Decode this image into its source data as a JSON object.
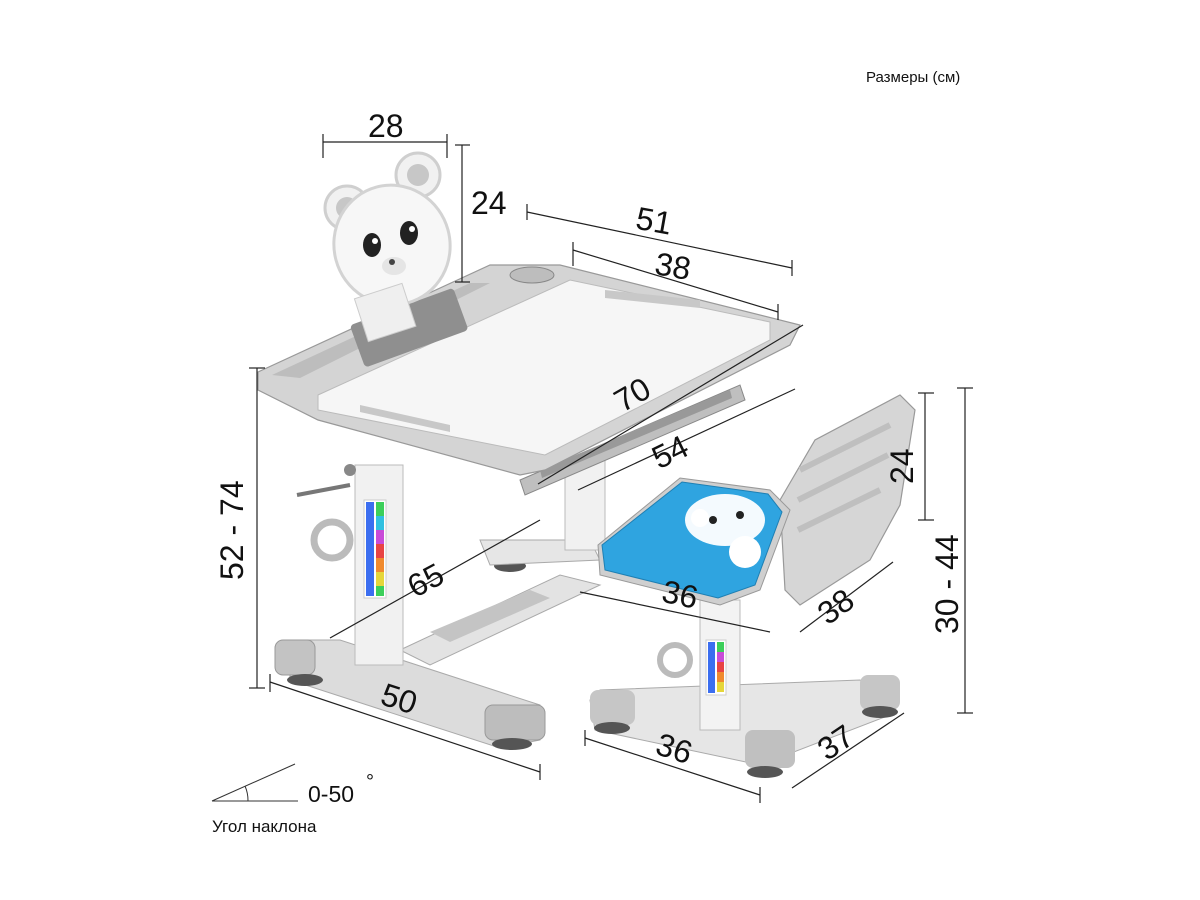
{
  "header": {
    "units_label": "Размеры (см)"
  },
  "dimensions": {
    "book_stand_width": "28",
    "book_stand_height": "24",
    "desk_top_width": "51",
    "desk_tilt_width": "38",
    "desk_depth_long": "70",
    "desk_drawer_width": "54",
    "desk_height": "52 - 74",
    "desk_side_depth": "65",
    "desk_base_width": "50",
    "chair_back_height": "24",
    "chair_seat_width": "36",
    "chair_seat_depth": "38",
    "chair_height": "30 - 44",
    "chair_base_width": "36",
    "chair_base_depth": "37"
  },
  "tilt": {
    "angle_label": "0-50",
    "degree_symbol": "°",
    "caption": "Угол наклона"
  },
  "colors": {
    "frame_gray": "#c9c9c9",
    "panel_white": "#f4f4f4",
    "seat_blue": "#2fa4e0",
    "level_rainbow": [
      "#3b6ef0",
      "#30c0e0",
      "#3ccf5a",
      "#e6d63a",
      "#f08a2e",
      "#e84444",
      "#c94bd8"
    ]
  }
}
